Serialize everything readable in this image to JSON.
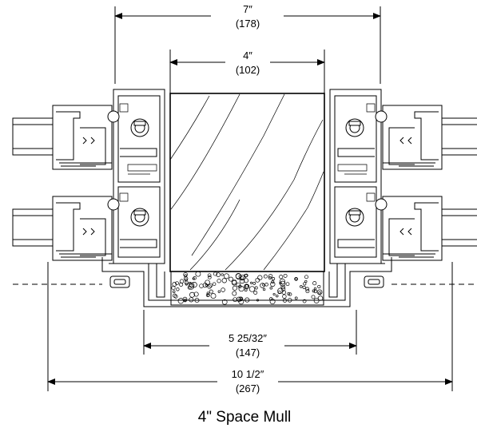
{
  "title": "4\" Space Mull",
  "dimensions": {
    "d7": {
      "imperial": "7″",
      "metric": "(178)"
    },
    "d4": {
      "imperial": "4″",
      "metric": "(102)"
    },
    "d5": {
      "imperial": "5 25/32″",
      "metric": "(147)"
    },
    "d10": {
      "imperial": "10 1/2″",
      "metric": "(267)"
    }
  }
}
